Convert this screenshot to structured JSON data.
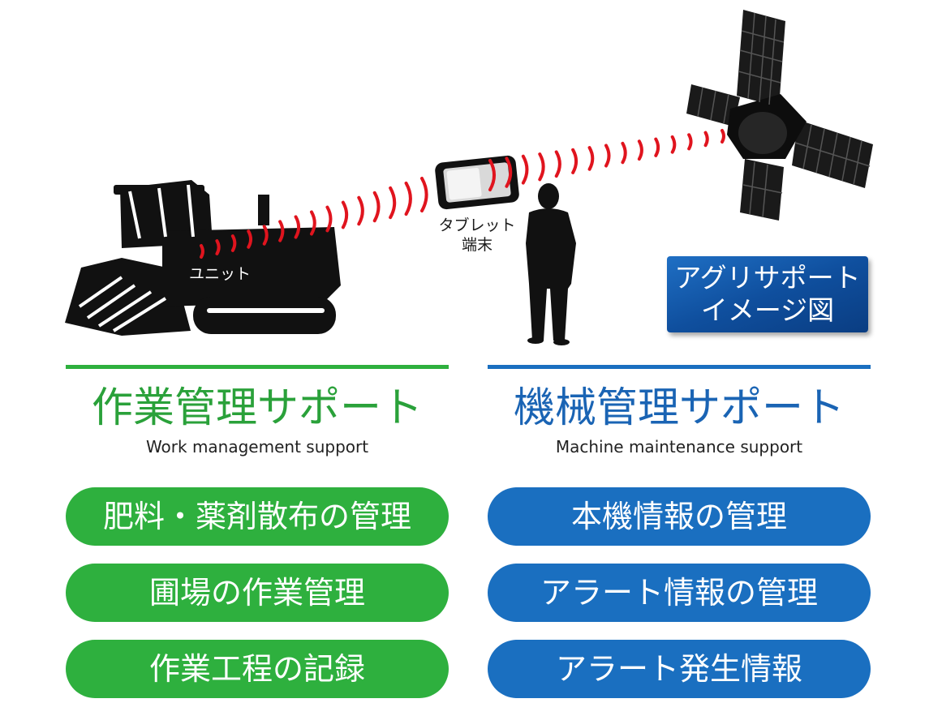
{
  "labels": {
    "unit": "ユニット",
    "tablet_line1": "タブレット",
    "tablet_line2": "端末"
  },
  "badge": {
    "line1": "アグリサポート",
    "line2": "イメージ図"
  },
  "left_column": {
    "title": "作業管理サポート",
    "subtitle": "Work management support",
    "items": [
      "肥料・薬剤散布の管理",
      "圃場の作業管理",
      "作業工程の記録"
    ]
  },
  "right_column": {
    "title": "機械管理サポート",
    "subtitle": "Machine maintenance support",
    "items": [
      "本機情報の管理",
      "アラート情報の管理",
      "アラート発生情報"
    ]
  },
  "colors": {
    "green": "#2eb03e",
    "blue": "#1a6fc0",
    "signal_red": "#e0141e",
    "silhouette": "#111111"
  },
  "icons": [
    "combine-harvester-icon",
    "tablet-icon",
    "person-silhouette-icon",
    "satellite-icon",
    "signal-wave-icon"
  ]
}
